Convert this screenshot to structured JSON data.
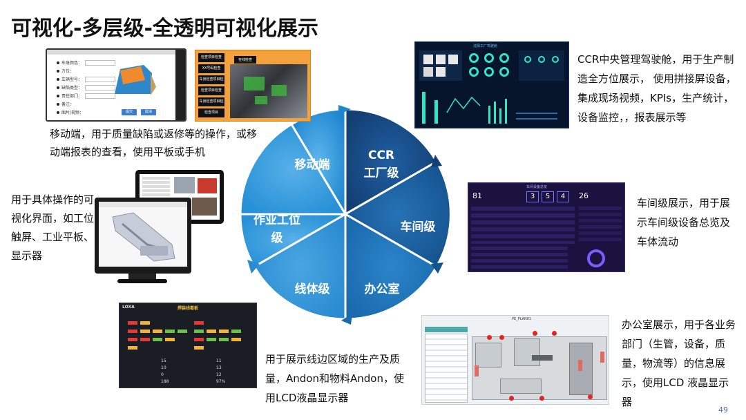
{
  "title": "可视化-多层级-全透明可视化展示",
  "page_number": "49",
  "wheel": {
    "segments": [
      {
        "label": "移动端",
        "color": "#1e8fd6"
      },
      {
        "label_line1": "CCR",
        "label_line2": "工厂级",
        "color": "#17508f"
      },
      {
        "label": "车间级",
        "color": "#1a5f9e"
      },
      {
        "label": "办公室",
        "color": "#1d74b9"
      },
      {
        "label": "线体级",
        "color": "#2a8dd2"
      },
      {
        "label_line1": "作业工位",
        "label_line2": "级",
        "color": "#2a8dd2"
      }
    ]
  },
  "descriptions": {
    "mobile": "移动端，用于质量缺陷或返修等的操作，或移动端报表的查看，使用平板或手机",
    "ccr": "CCR中央管理驾驶舱，用于生产制造全方位展示， 使用拼接屏设备，集成现场视频，KPIs，生产统计，设备监控，，报表展示等",
    "workshop": "车间级展示，用于展示车间级设备总览及车体流动",
    "office": "办公室展示，用于各业务部门（生管，设备，质量，物流等）的信息展示，使用LCD 液晶显示器",
    "line": "用于展示线边区域的生产及质量，Andon和物料Andon，使用LCD液晶显示器",
    "station": "用于具体操作的可视化界面，如工位触屏、工业平板、显示器"
  },
  "shots": {
    "mobile_form_fields": [
      "车身颜色：",
      "方位：",
      "车辆型号：",
      "缺陷类型：",
      "责任部门：",
      "备注：",
      "图片/视频："
    ],
    "mobile_buttons": [
      "提交",
      "取消"
    ],
    "checklist_items": [
      "检查项目检查",
      "XX号码检查",
      "车身检查项目检查",
      "检查项目检查",
      "车身检查项目检查",
      "检查项目"
    ],
    "checklist_title": "在线检查",
    "ccr_title": "沈阳工厂驾驶舱",
    "workshop_title": "车间设备总览",
    "workshop_numbers": [
      "81",
      "3",
      "5",
      "4",
      "26"
    ],
    "line_logo": "LOXA",
    "line_title": "焊装线看板",
    "line_stats": [
      "15",
      "10",
      "0",
      "188",
      "11",
      "13",
      "12",
      "97%"
    ],
    "office_title": "PE_PLAN01"
  }
}
